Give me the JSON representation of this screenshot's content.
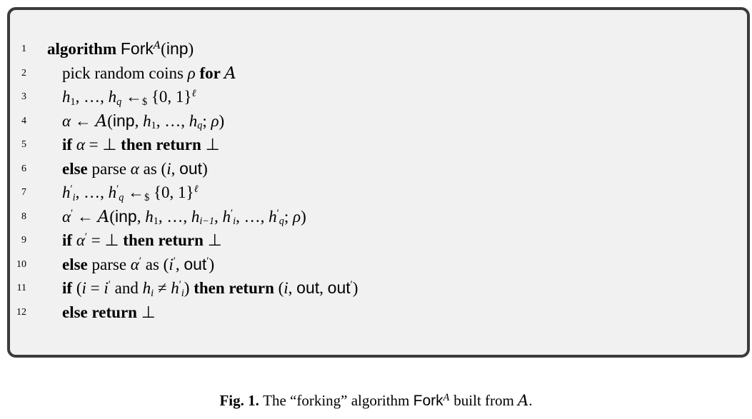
{
  "colors": {
    "page_bg": "#ffffff",
    "box_bg": "#f1f1f1",
    "box_border": "#3b3b3b",
    "text": "#000000"
  },
  "algorithm": {
    "lines": [
      {
        "num": "1",
        "indent": 0,
        "segments": [
          {
            "t": "algorithm ",
            "s": "kw"
          },
          {
            "t": "Fork",
            "s": "sf"
          },
          {
            "t": "A",
            "s": "cal sup"
          },
          {
            "t": "(",
            "s": "rm"
          },
          {
            "t": "inp",
            "s": "sf"
          },
          {
            "t": ")",
            "s": "rm"
          }
        ]
      },
      {
        "num": "2",
        "indent": 1,
        "segments": [
          {
            "t": "pick random coins ",
            "s": "rm"
          },
          {
            "t": "ρ",
            "s": "it"
          },
          {
            "t": " for ",
            "s": "kw"
          },
          {
            "t": "A",
            "s": "cal"
          }
        ]
      },
      {
        "num": "3",
        "indent": 1,
        "segments": [
          {
            "t": "h",
            "s": "it"
          },
          {
            "t": "1",
            "s": "sub"
          },
          {
            "t": ", …, ",
            "s": "rm"
          },
          {
            "t": "h",
            "s": "it"
          },
          {
            "t": "q",
            "s": "it sub"
          },
          {
            "t": " ←",
            "s": "rm"
          },
          {
            "t": "$",
            "s": "sub"
          },
          {
            "t": " {0, 1}",
            "s": "rm"
          },
          {
            "t": "ℓ",
            "s": "it sup"
          }
        ]
      },
      {
        "num": "4",
        "indent": 1,
        "segments": [
          {
            "t": "α",
            "s": "it"
          },
          {
            "t": " ← ",
            "s": "rm"
          },
          {
            "t": "A",
            "s": "cal"
          },
          {
            "t": "(",
            "s": "rm"
          },
          {
            "t": "inp",
            "s": "sf"
          },
          {
            "t": ", ",
            "s": "rm"
          },
          {
            "t": "h",
            "s": "it"
          },
          {
            "t": "1",
            "s": "sub"
          },
          {
            "t": ", …, ",
            "s": "rm"
          },
          {
            "t": "h",
            "s": "it"
          },
          {
            "t": "q",
            "s": "it sub"
          },
          {
            "t": "; ",
            "s": "rm"
          },
          {
            "t": "ρ",
            "s": "it"
          },
          {
            "t": ")",
            "s": "rm"
          }
        ]
      },
      {
        "num": "5",
        "indent": 1,
        "segments": [
          {
            "t": "if ",
            "s": "kw"
          },
          {
            "t": "α",
            "s": "it"
          },
          {
            "t": " = ⊥ ",
            "s": "rm"
          },
          {
            "t": "then return ",
            "s": "kw"
          },
          {
            "t": "⊥",
            "s": "rm"
          }
        ]
      },
      {
        "num": "6",
        "indent": 1,
        "segments": [
          {
            "t": "else ",
            "s": "kw"
          },
          {
            "t": "parse ",
            "s": "rm"
          },
          {
            "t": "α",
            "s": "it"
          },
          {
            "t": " as (",
            "s": "rm"
          },
          {
            "t": "i",
            "s": "it"
          },
          {
            "t": ", ",
            "s": "rm"
          },
          {
            "t": "out",
            "s": "sf"
          },
          {
            "t": ")",
            "s": "rm"
          }
        ]
      },
      {
        "num": "7",
        "indent": 1,
        "segments": [
          {
            "t": "h",
            "s": "it"
          },
          {
            "t": "′",
            "s": "sup"
          },
          {
            "t": "i",
            "s": "it sub"
          },
          {
            "t": ", …, ",
            "s": "rm"
          },
          {
            "t": "h",
            "s": "it"
          },
          {
            "t": "′",
            "s": "sup"
          },
          {
            "t": "q",
            "s": "it sub"
          },
          {
            "t": " ←",
            "s": "rm"
          },
          {
            "t": "$",
            "s": "sub"
          },
          {
            "t": " {0, 1}",
            "s": "rm"
          },
          {
            "t": "ℓ",
            "s": "it sup"
          }
        ]
      },
      {
        "num": "8",
        "indent": 1,
        "segments": [
          {
            "t": "α",
            "s": "it"
          },
          {
            "t": "′",
            "s": "sup"
          },
          {
            "t": " ← ",
            "s": "rm"
          },
          {
            "t": "A",
            "s": "cal"
          },
          {
            "t": "(",
            "s": "rm"
          },
          {
            "t": "inp",
            "s": "sf"
          },
          {
            "t": ", ",
            "s": "rm"
          },
          {
            "t": "h",
            "s": "it"
          },
          {
            "t": "1",
            "s": "sub"
          },
          {
            "t": ", …, ",
            "s": "rm"
          },
          {
            "t": "h",
            "s": "it"
          },
          {
            "t": "i−1",
            "s": "it sub"
          },
          {
            "t": ", ",
            "s": "rm"
          },
          {
            "t": "h",
            "s": "it"
          },
          {
            "t": "′",
            "s": "sup"
          },
          {
            "t": "i",
            "s": "it sub"
          },
          {
            "t": ", …, ",
            "s": "rm"
          },
          {
            "t": "h",
            "s": "it"
          },
          {
            "t": "′",
            "s": "sup"
          },
          {
            "t": "q",
            "s": "it sub"
          },
          {
            "t": "; ",
            "s": "rm"
          },
          {
            "t": "ρ",
            "s": "it"
          },
          {
            "t": ")",
            "s": "rm"
          }
        ]
      },
      {
        "num": "9",
        "indent": 1,
        "segments": [
          {
            "t": "if ",
            "s": "kw"
          },
          {
            "t": "α",
            "s": "it"
          },
          {
            "t": "′",
            "s": "sup"
          },
          {
            "t": " = ⊥ ",
            "s": "rm"
          },
          {
            "t": "then return ",
            "s": "kw"
          },
          {
            "t": "⊥",
            "s": "rm"
          }
        ]
      },
      {
        "num": "10",
        "indent": 1,
        "segments": [
          {
            "t": "else ",
            "s": "kw"
          },
          {
            "t": "parse ",
            "s": "rm"
          },
          {
            "t": "α",
            "s": "it"
          },
          {
            "t": "′",
            "s": "sup"
          },
          {
            "t": " as (",
            "s": "rm"
          },
          {
            "t": "i",
            "s": "it"
          },
          {
            "t": "′",
            "s": "sup"
          },
          {
            "t": ", ",
            "s": "rm"
          },
          {
            "t": "out",
            "s": "sf"
          },
          {
            "t": "′",
            "s": "sup"
          },
          {
            "t": ")",
            "s": "rm"
          }
        ]
      },
      {
        "num": "11",
        "indent": 1,
        "segments": [
          {
            "t": "if ",
            "s": "kw"
          },
          {
            "t": "(",
            "s": "rm"
          },
          {
            "t": "i",
            "s": "it"
          },
          {
            "t": " = ",
            "s": "rm"
          },
          {
            "t": "i",
            "s": "it"
          },
          {
            "t": "′",
            "s": "sup"
          },
          {
            "t": " and ",
            "s": "rm"
          },
          {
            "t": "h",
            "s": "it"
          },
          {
            "t": "i",
            "s": "it sub"
          },
          {
            "t": " ≠ ",
            "s": "rm"
          },
          {
            "t": "h",
            "s": "it"
          },
          {
            "t": "′",
            "s": "sup"
          },
          {
            "t": "i",
            "s": "it sub"
          },
          {
            "t": ") ",
            "s": "rm"
          },
          {
            "t": "then return ",
            "s": "kw"
          },
          {
            "t": "(",
            "s": "rm"
          },
          {
            "t": "i",
            "s": "it"
          },
          {
            "t": ", ",
            "s": "rm"
          },
          {
            "t": "out",
            "s": "sf"
          },
          {
            "t": ", ",
            "s": "rm"
          },
          {
            "t": "out",
            "s": "sf"
          },
          {
            "t": "′",
            "s": "sup"
          },
          {
            "t": ")",
            "s": "rm"
          }
        ]
      },
      {
        "num": "12",
        "indent": 1,
        "segments": [
          {
            "t": "else return ",
            "s": "kw"
          },
          {
            "t": "⊥",
            "s": "rm"
          }
        ]
      }
    ]
  },
  "caption": {
    "segments": [
      {
        "t": "Fig. 1. ",
        "s": "kw"
      },
      {
        "t": "The “forking” algorithm ",
        "s": "rm"
      },
      {
        "t": "Fork",
        "s": "sf"
      },
      {
        "t": "A",
        "s": "cal sup"
      },
      {
        "t": " built from ",
        "s": "rm"
      },
      {
        "t": "A",
        "s": "cal"
      },
      {
        "t": ".",
        "s": "rm"
      }
    ]
  }
}
